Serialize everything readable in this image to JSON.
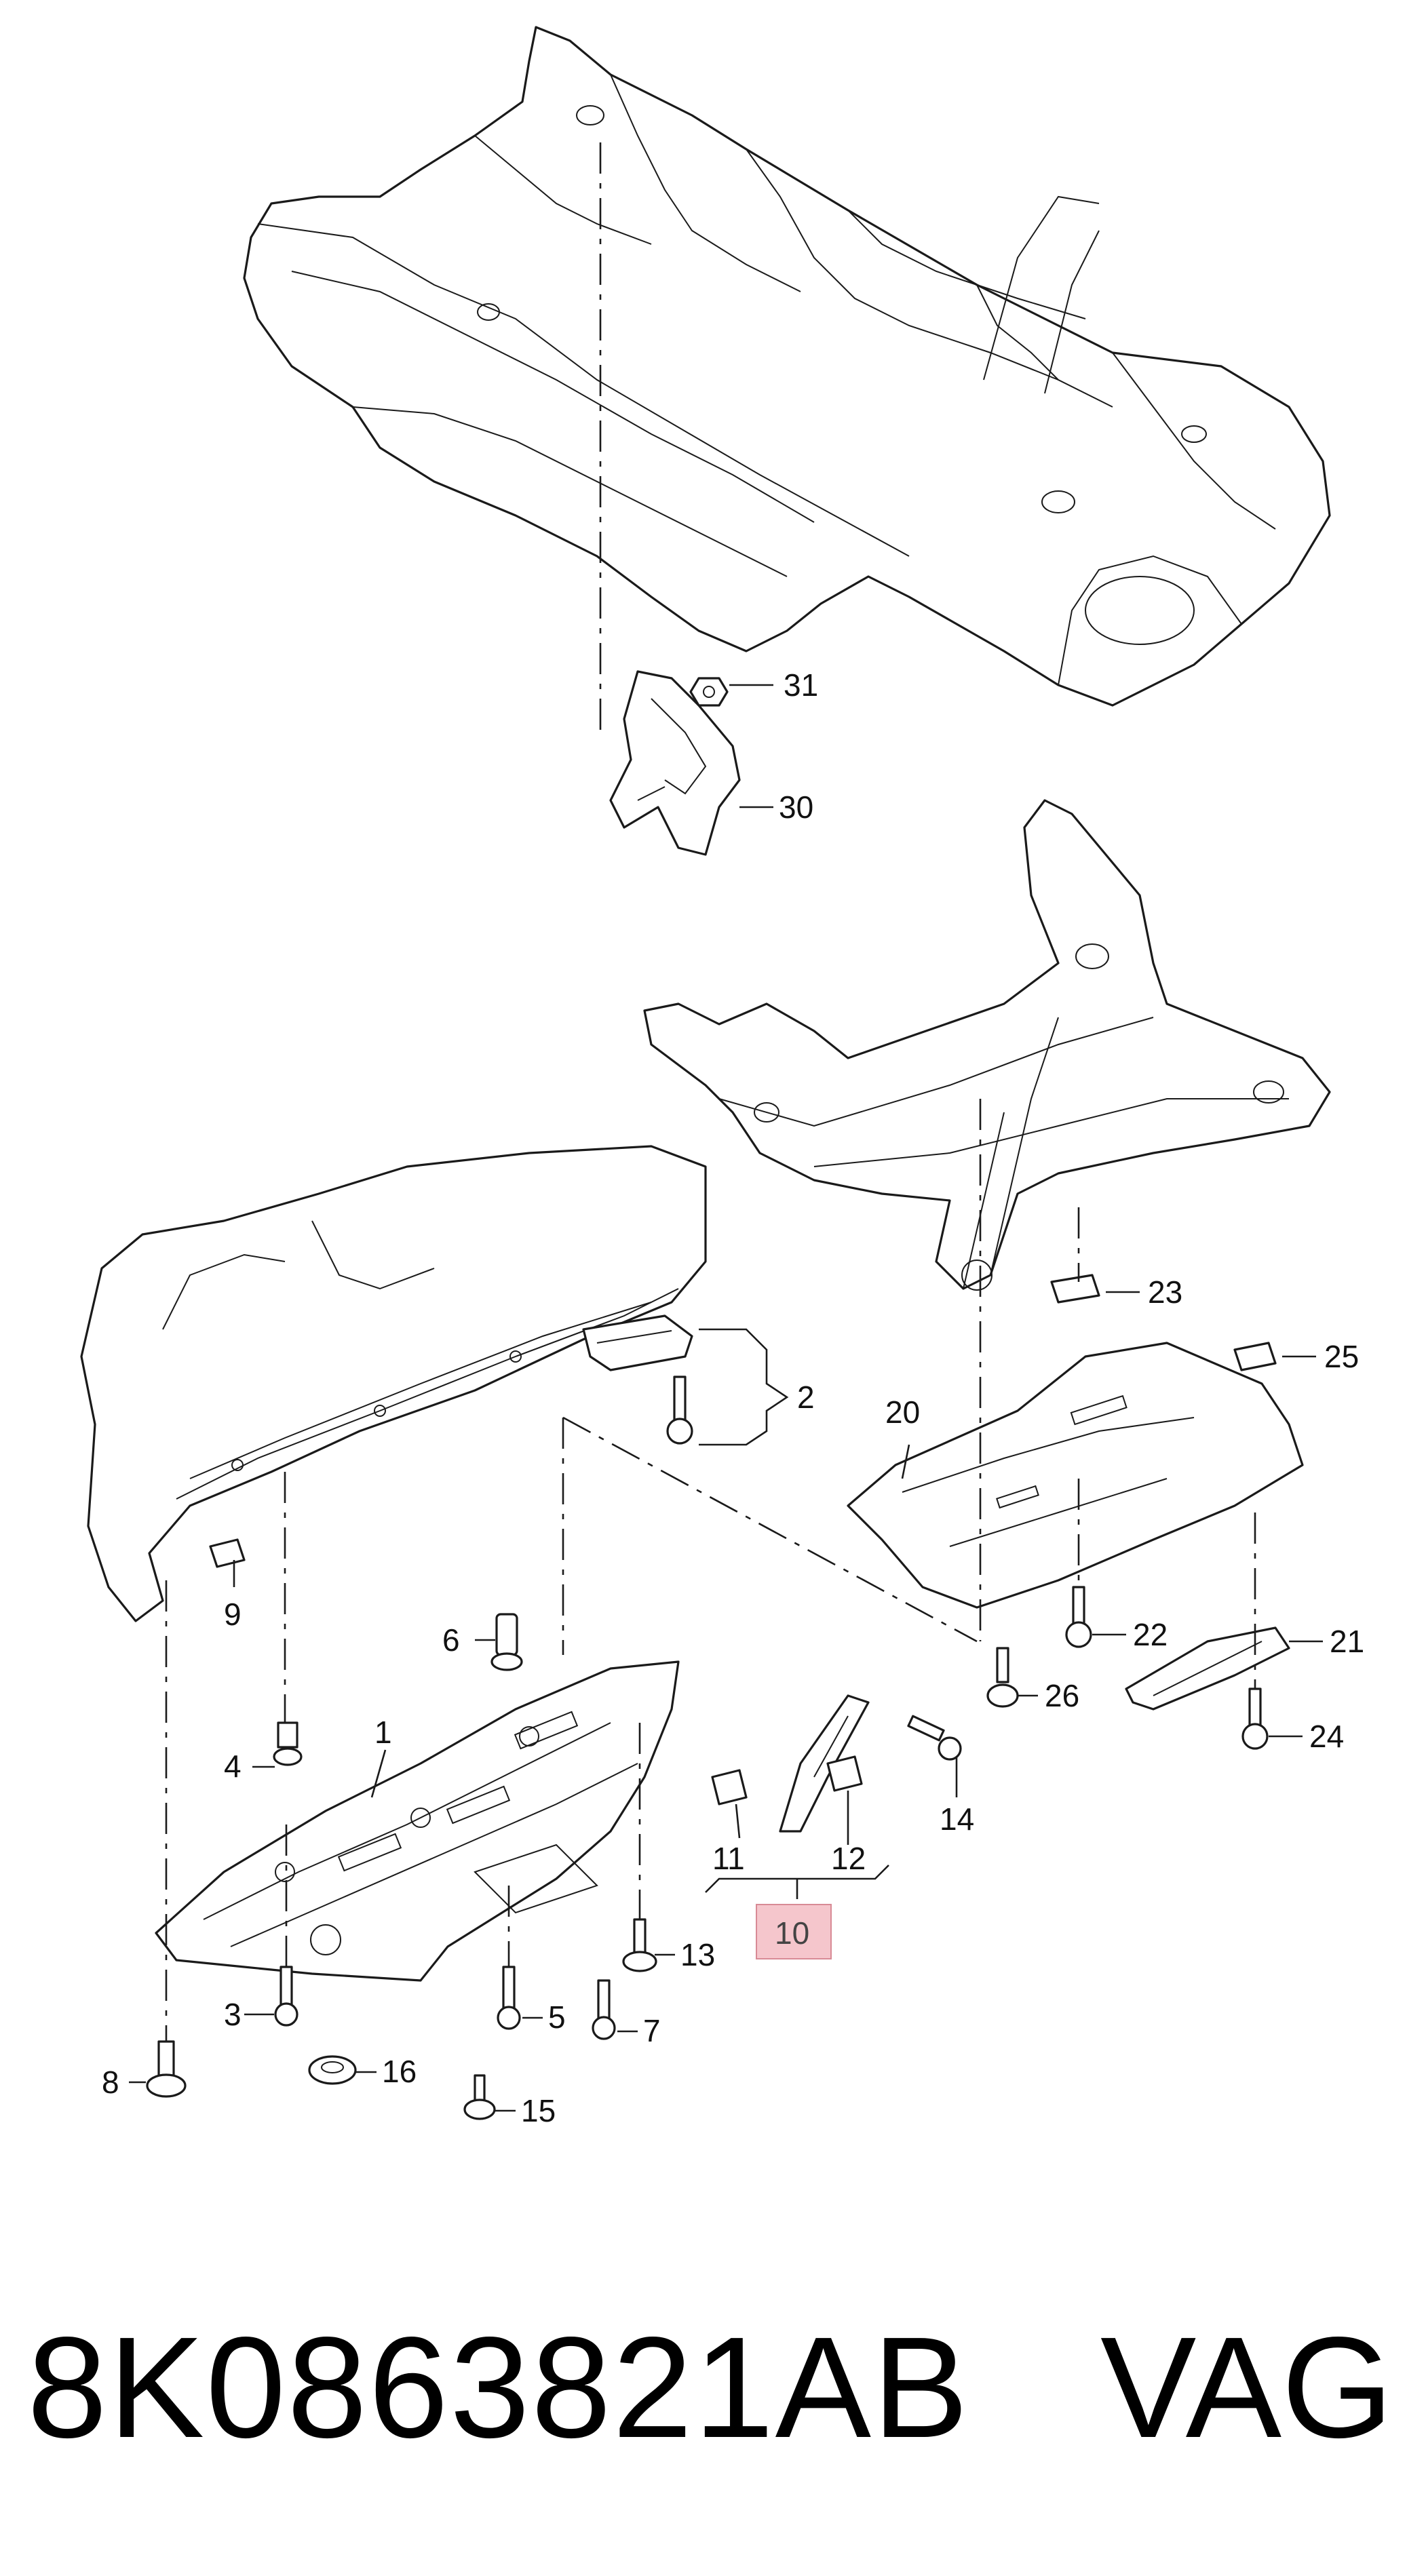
{
  "callouts": {
    "c1": "1",
    "c2": "2",
    "c3": "3",
    "c4": "4",
    "c5": "5",
    "c6": "6",
    "c7": "7",
    "c8": "8",
    "c9": "9",
    "c10": "10",
    "c11": "11",
    "c12": "12",
    "c13": "13",
    "c14": "14",
    "c15": "15",
    "c16": "16",
    "c20": "20",
    "c21": "21",
    "c22": "22",
    "c23": "23",
    "c24": "24",
    "c25": "25",
    "c26": "26",
    "c30": "30",
    "c31": "31"
  },
  "highlight_color": "#f5c6cc",
  "footer": {
    "part_number": "8K0863821AB",
    "brand": "VAG"
  }
}
